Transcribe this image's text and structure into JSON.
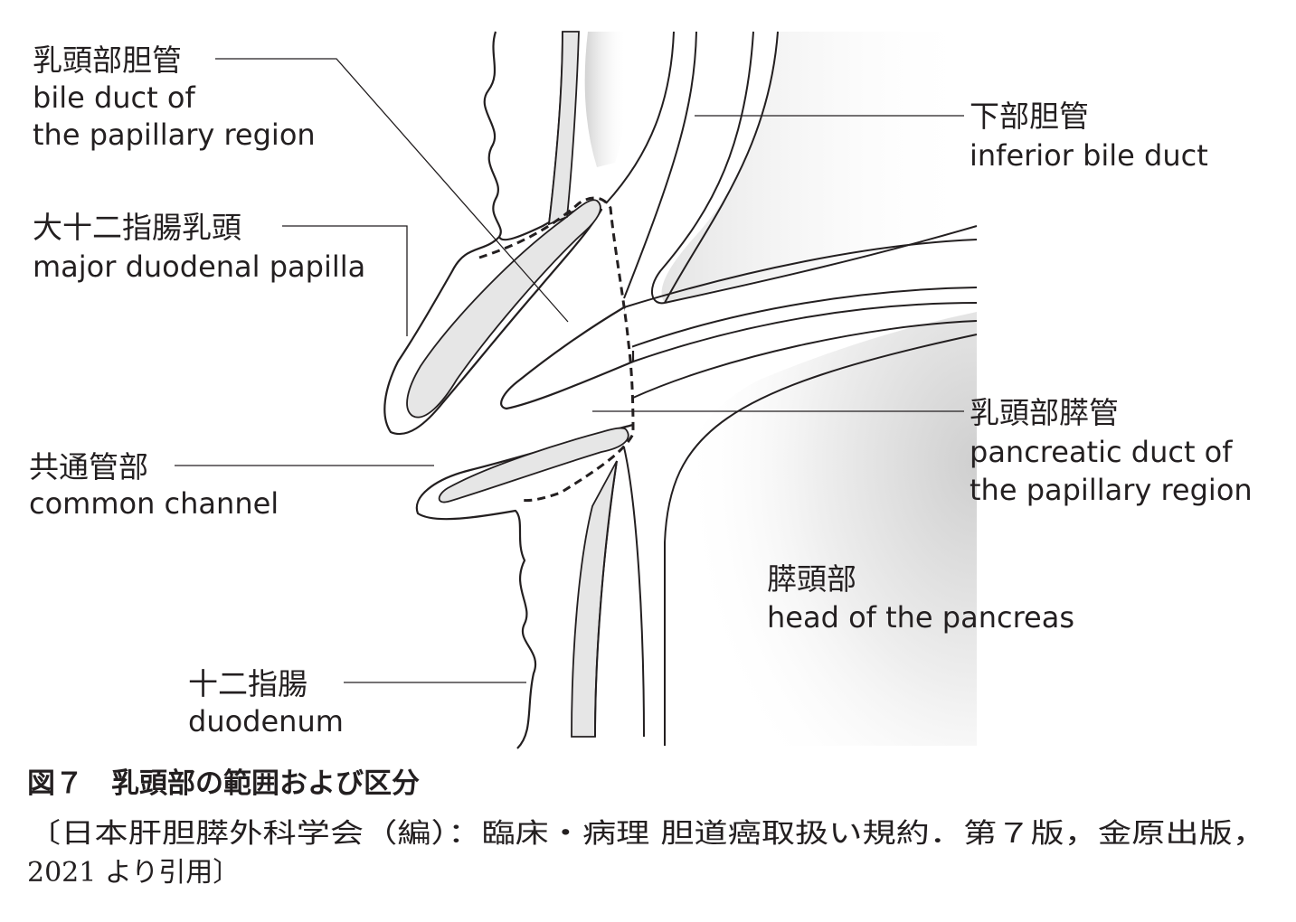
{
  "labels": {
    "bile_duct_papillary": {
      "jp": "乳頭部胆管",
      "en_line1": "bile duct of",
      "en_line2": "the papillary region"
    },
    "inferior_bile_duct": {
      "jp": "下部胆管",
      "en": "inferior bile duct"
    },
    "major_duodenal_papilla": {
      "jp": "大十二指腸乳頭",
      "en": "major duodenal papilla"
    },
    "pancreatic_duct_papillary": {
      "jp": "乳頭部膵管",
      "en_line1": "pancreatic duct of",
      "en_line2": "the papillary region"
    },
    "common_channel": {
      "jp": "共通管部",
      "en": "common channel"
    },
    "head_of_pancreas": {
      "jp": "膵頭部",
      "en": "head of the pancreas"
    },
    "duodenum": {
      "jp": "十二指腸",
      "en": "duodenum"
    }
  },
  "caption": {
    "title": "図７　乳頭部の範囲および区分",
    "source_line1": "〔日本肝胆膵外科学会（編）：臨床・病理 胆道癌取扱い規約．第７版，金原出版，",
    "source_line2": "2021 より引用〕"
  }
}
